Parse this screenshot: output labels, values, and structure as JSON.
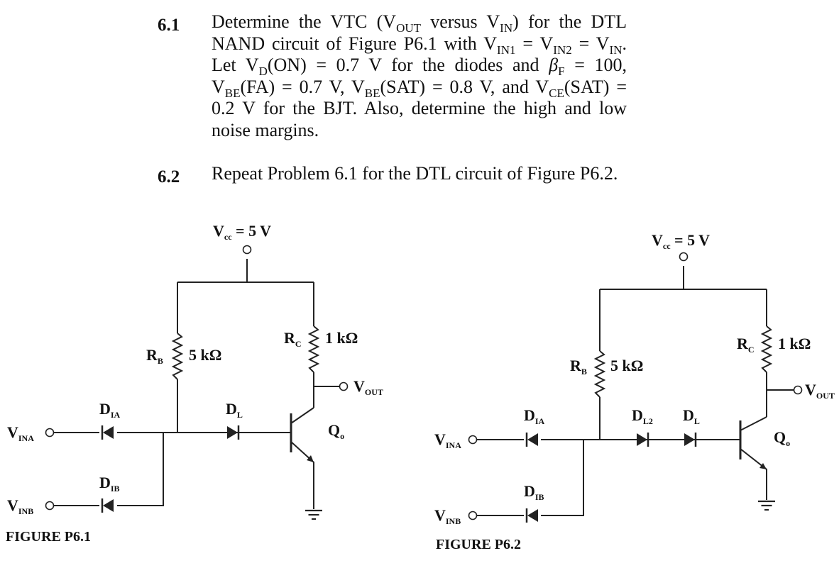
{
  "problems": [
    {
      "number": "6.1",
      "parts": {
        "p1": "Determine the VTC (V",
        "s1": "OUT",
        "p2": " versus V",
        "s2": "IN",
        "p3": ") for the DTL NAND circuit of Figure P6.1 with V",
        "s3": "IN1",
        "p4": " = V",
        "s4": "IN2",
        "p5": " = V",
        "s5": "IN",
        "p6": ". Let V",
        "s6": "D",
        "p7": "(ON) = 0.7 V for the diodes and ",
        "beta": "β",
        "s7": "F",
        "p8": " = 100, V",
        "s8": "BE",
        "p9": "(FA) = 0.7 V, V",
        "s9": "BE",
        "p10": "(SAT) = 0.8 V, and V",
        "s10": "CE",
        "p11": "(SAT) = 0.2 V for the BJT. Also, determine the high and low noise margins."
      }
    },
    {
      "number": "6.2",
      "text": "Repeat Problem 6.1 for the DTL circuit of Figure P6.2."
    }
  ],
  "figures": [
    {
      "caption": "FIGURE P6.1",
      "vcc": {
        "main": "V",
        "sub": "cc",
        "rest": " = 5 V"
      },
      "rb": {
        "name": "R",
        "sub": "B",
        "value": "5 kΩ"
      },
      "rc": {
        "name": "R",
        "sub": "C",
        "value": "1 kΩ"
      },
      "vout": {
        "main": "V",
        "sub": "OUT"
      },
      "dia": {
        "main": "D",
        "sub": "IA"
      },
      "dib": {
        "main": "D",
        "sub": "IB"
      },
      "dl": {
        "main": "D",
        "sub": "L"
      },
      "q": {
        "main": "Q",
        "sub": "o"
      },
      "vina": {
        "main": "V",
        "sub": "INA"
      },
      "vinb": {
        "main": "V",
        "sub": "INB"
      }
    },
    {
      "caption": "FIGURE P6.2",
      "vcc": {
        "main": "V",
        "sub": "cc",
        "rest": " = 5 V"
      },
      "rb": {
        "name": "R",
        "sub": "B",
        "value": "5 kΩ"
      },
      "rc": {
        "name": "R",
        "sub": "C",
        "value": "1 kΩ"
      },
      "vout": {
        "main": "V",
        "sub": "OUT"
      },
      "dia": {
        "main": "D",
        "sub": "IA"
      },
      "dib": {
        "main": "D",
        "sub": "IB"
      },
      "dl2": {
        "main": "D",
        "sub": "L2"
      },
      "dl": {
        "main": "D",
        "sub": "L"
      },
      "q": {
        "main": "Q",
        "sub": "o"
      },
      "vina": {
        "main": "V",
        "sub": "INA"
      },
      "vinb": {
        "main": "V",
        "sub": "INB"
      }
    }
  ]
}
